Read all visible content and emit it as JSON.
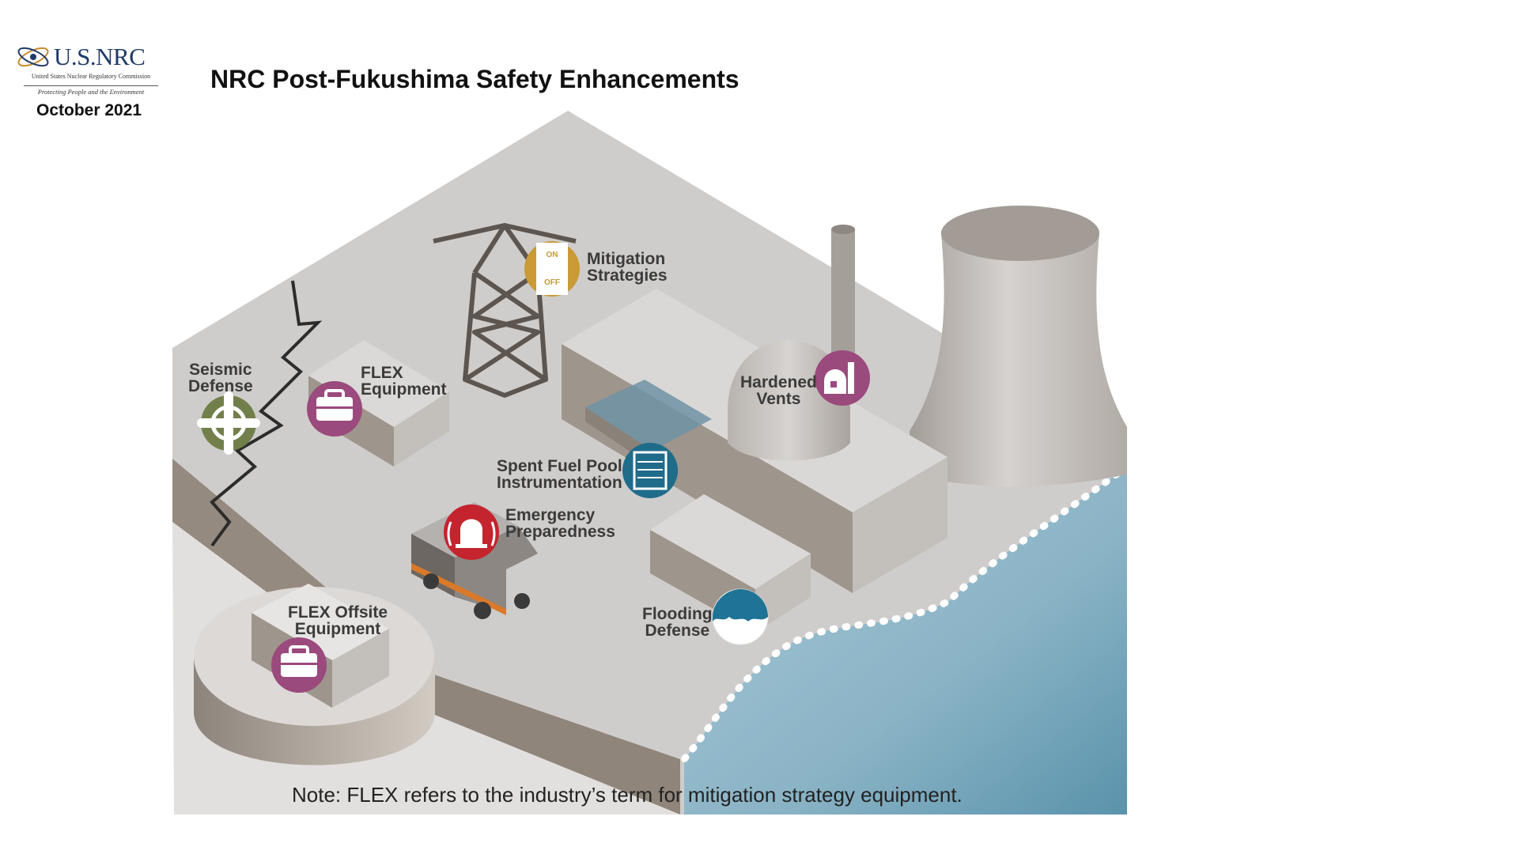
{
  "header": {
    "logo_word": "U.S.NRC",
    "logo_subtitle": "United States Nuclear Regulatory Commission",
    "logo_tagline": "Protecting People and the Environment",
    "date": "October 2021",
    "title": "NRC Post-Fukushima Safety Enhancements"
  },
  "labels": {
    "seismic_1": "Seismic",
    "seismic_2": "Defense",
    "flex_1": "FLEX",
    "flex_2": "Equipment",
    "mitigation_1": "Mitigation",
    "mitigation_2": "Strategies",
    "vents_1": "Hardened",
    "vents_2": "Vents",
    "sfp_1": "Spent Fuel Pool",
    "sfp_2": "Instrumentation",
    "emergency_1": "Emergency",
    "emergency_2": "Preparedness",
    "flooding_1": "Flooding",
    "flooding_2": "Defense",
    "offsite_1": "FLEX Offsite",
    "offsite_2": "Equipment"
  },
  "switch": {
    "on": "ON",
    "off": "OFF"
  },
  "icons": {
    "seismic": "seismic-crosshair-icon",
    "flex": "toolbox-icon",
    "mitigation": "on-off-switch-icon",
    "vents": "hardened-vent-icon",
    "sfp": "fuel-pool-level-icon",
    "emergency": "alarm-bell-icon",
    "flooding": "wave-icon",
    "offsite": "toolbox-icon"
  },
  "colors": {
    "purple": "#9a4a7c",
    "green": "#71804b",
    "gold": "#c99a35",
    "teal": "#1f6b8a",
    "red": "#c4242e",
    "flood_blue": "#1f7496",
    "ground": "#cfcdcb",
    "water": "#8fb6c7"
  },
  "note": "Note: FLEX refers to the industry’s term for mitigation strategy equipment."
}
